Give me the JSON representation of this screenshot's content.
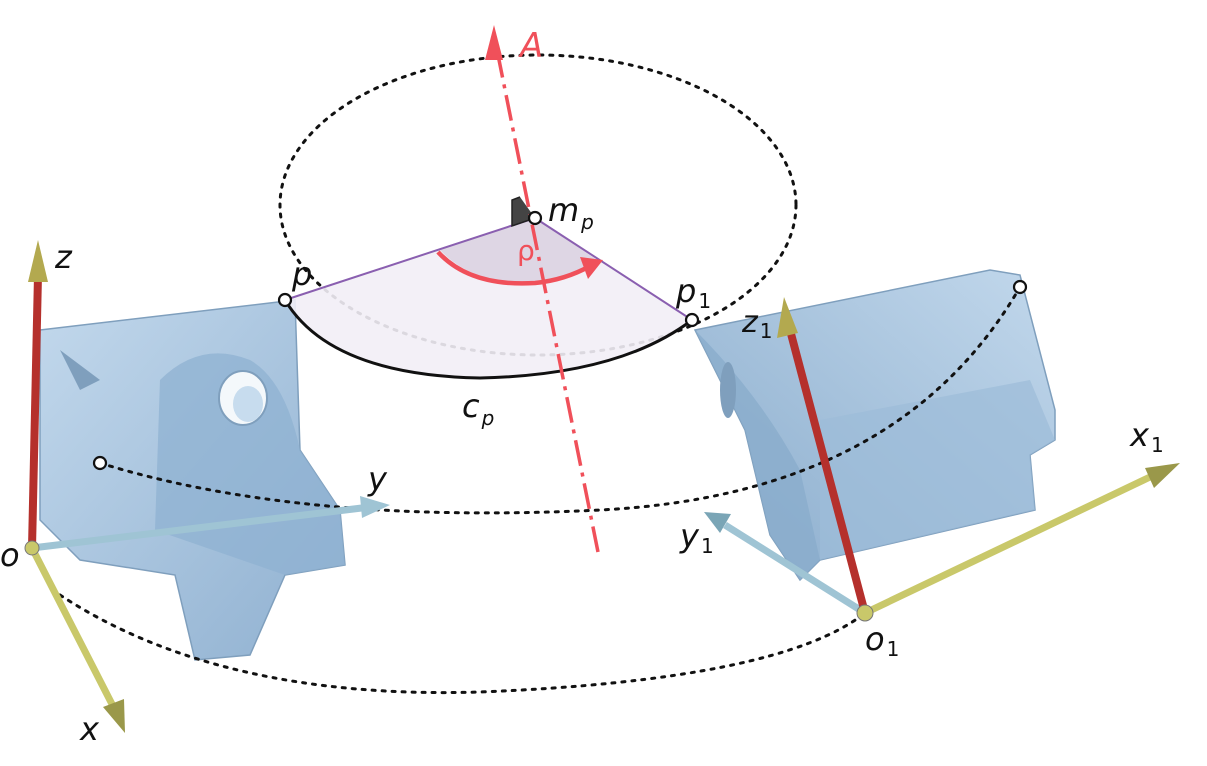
{
  "colors": {
    "rotation_axis": "#f0505a",
    "angle_arc": "#f0505a",
    "axis_z": "#b5302c",
    "axis_x": "#c9c86a",
    "axis_y": "#9fc4d4",
    "part_fill": "#a9c7e0",
    "part_shadow": "#7f9fbd",
    "sector_fill": "#f2eef6",
    "sector_edge": "#8a5fb0",
    "path_dotted": "#111111"
  },
  "labels": {
    "axis_A": "A",
    "point_p": "p",
    "point_m": "m",
    "point_m_sub": "p",
    "point_p1": "p",
    "point_p1_sub": "1",
    "angle_rho": "ρ",
    "arc_c": "c",
    "arc_c_sub": "p",
    "z": "z",
    "y": "y",
    "x": "x",
    "o": "o",
    "z1": "z",
    "z1_sub": "1",
    "y1": "y",
    "y1_sub": "1",
    "x1": "x",
    "x1_sub": "1",
    "o1": "o",
    "o1_sub": "1"
  }
}
